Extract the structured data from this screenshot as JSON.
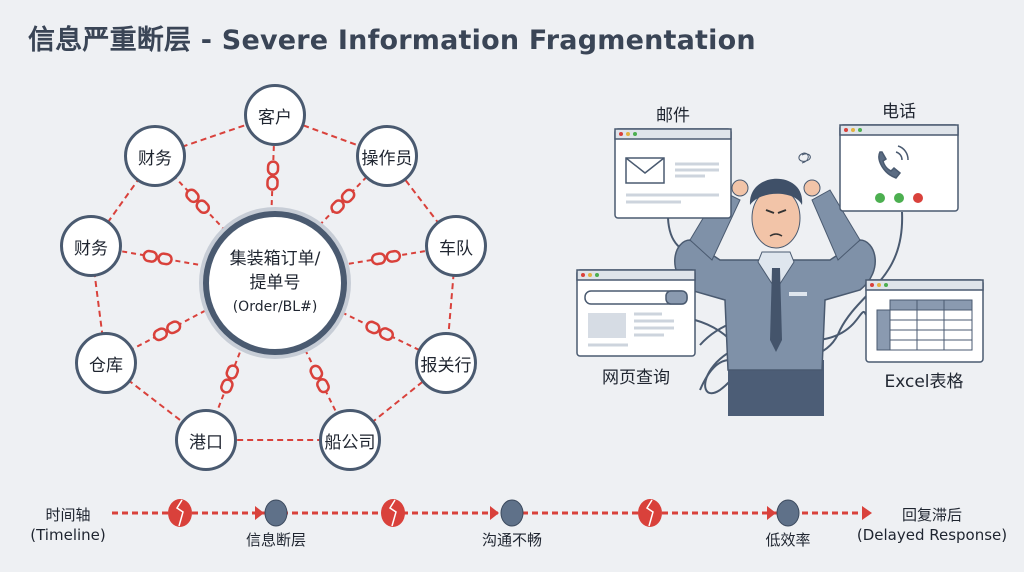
{
  "title": "信息严重断层 - Severe Information Fragmentation",
  "hub": {
    "center_line1": "集装箱订单/",
    "center_line2": "提单号",
    "center_line3": "(Order/BL#)",
    "nodes": [
      "客户",
      "操作员",
      "车队",
      "报关行",
      "船公司",
      "港口",
      "仓库",
      "财务",
      "财务"
    ]
  },
  "channels": {
    "email": "邮件",
    "phone": "电话",
    "web": "网页查询",
    "excel": "Excel表格"
  },
  "timeline": {
    "start_label": "时间轴",
    "start_sub": "(Timeline)",
    "stages": [
      "信息断层",
      "沟通不畅",
      "低效率"
    ],
    "end_label": "回复滞后",
    "end_sub": "(Delayed Response)"
  },
  "colors": {
    "accent_red": "#d9413b",
    "slate": "#4a5a70",
    "green": "#4caf50"
  }
}
